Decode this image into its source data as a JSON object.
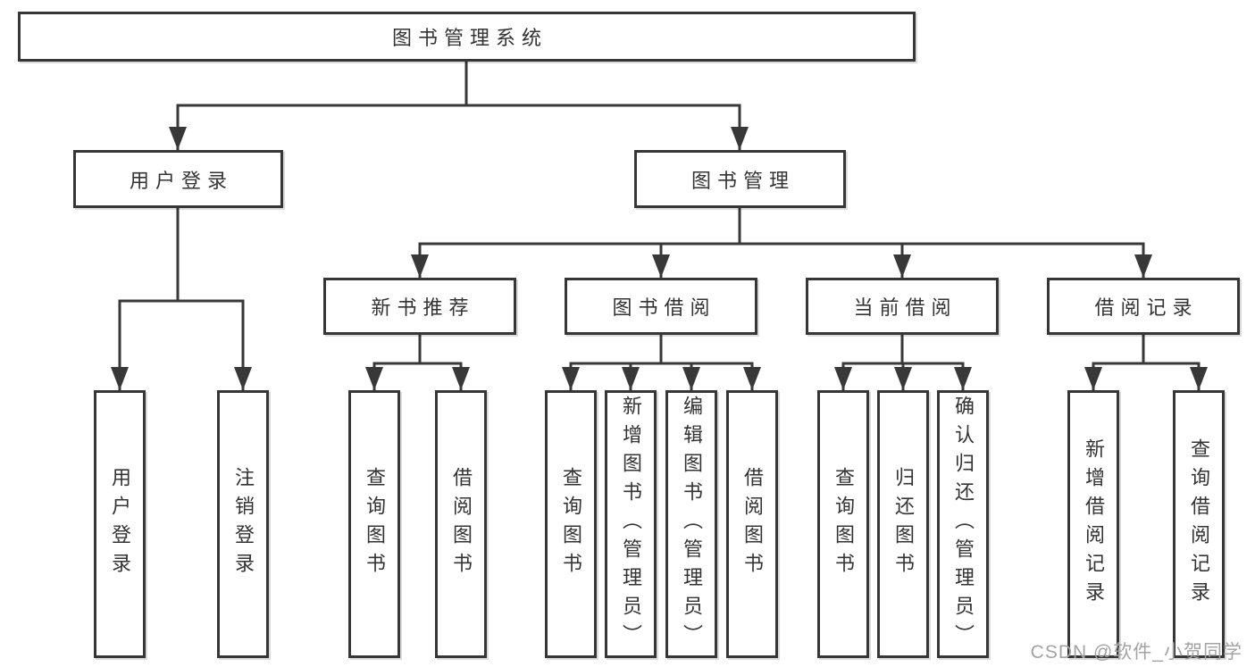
{
  "tree": {
    "root": "图书管理系统",
    "children": [
      {
        "label": "用户登录",
        "children": [
          {
            "label": "用户登录"
          },
          {
            "label": "注销登录"
          }
        ]
      },
      {
        "label": "图书管理",
        "children": [
          {
            "label": "新书推荐",
            "children": [
              {
                "label": "查询图书"
              },
              {
                "label": "借阅图书"
              }
            ]
          },
          {
            "label": "图书借阅",
            "children": [
              {
                "label": "查询图书"
              },
              {
                "label": "新增图书（管理员）"
              },
              {
                "label": "编辑图书（管理员）"
              },
              {
                "label": "借阅图书"
              }
            ]
          },
          {
            "label": "当前借阅",
            "children": [
              {
                "label": "查询图书"
              },
              {
                "label": "归还图书"
              },
              {
                "label": "确认归还（管理员）"
              }
            ]
          },
          {
            "label": "借阅记录",
            "children": [
              {
                "label": "新增借阅记录"
              },
              {
                "label": "查询借阅记录"
              }
            ]
          }
        ]
      }
    ]
  },
  "watermark": {
    "text": "CSDN @软件_小贺同学"
  },
  "colors": {
    "line": "#383838",
    "text": "#333333",
    "background": "#ffffff",
    "watermark": "#a3a3a3"
  }
}
